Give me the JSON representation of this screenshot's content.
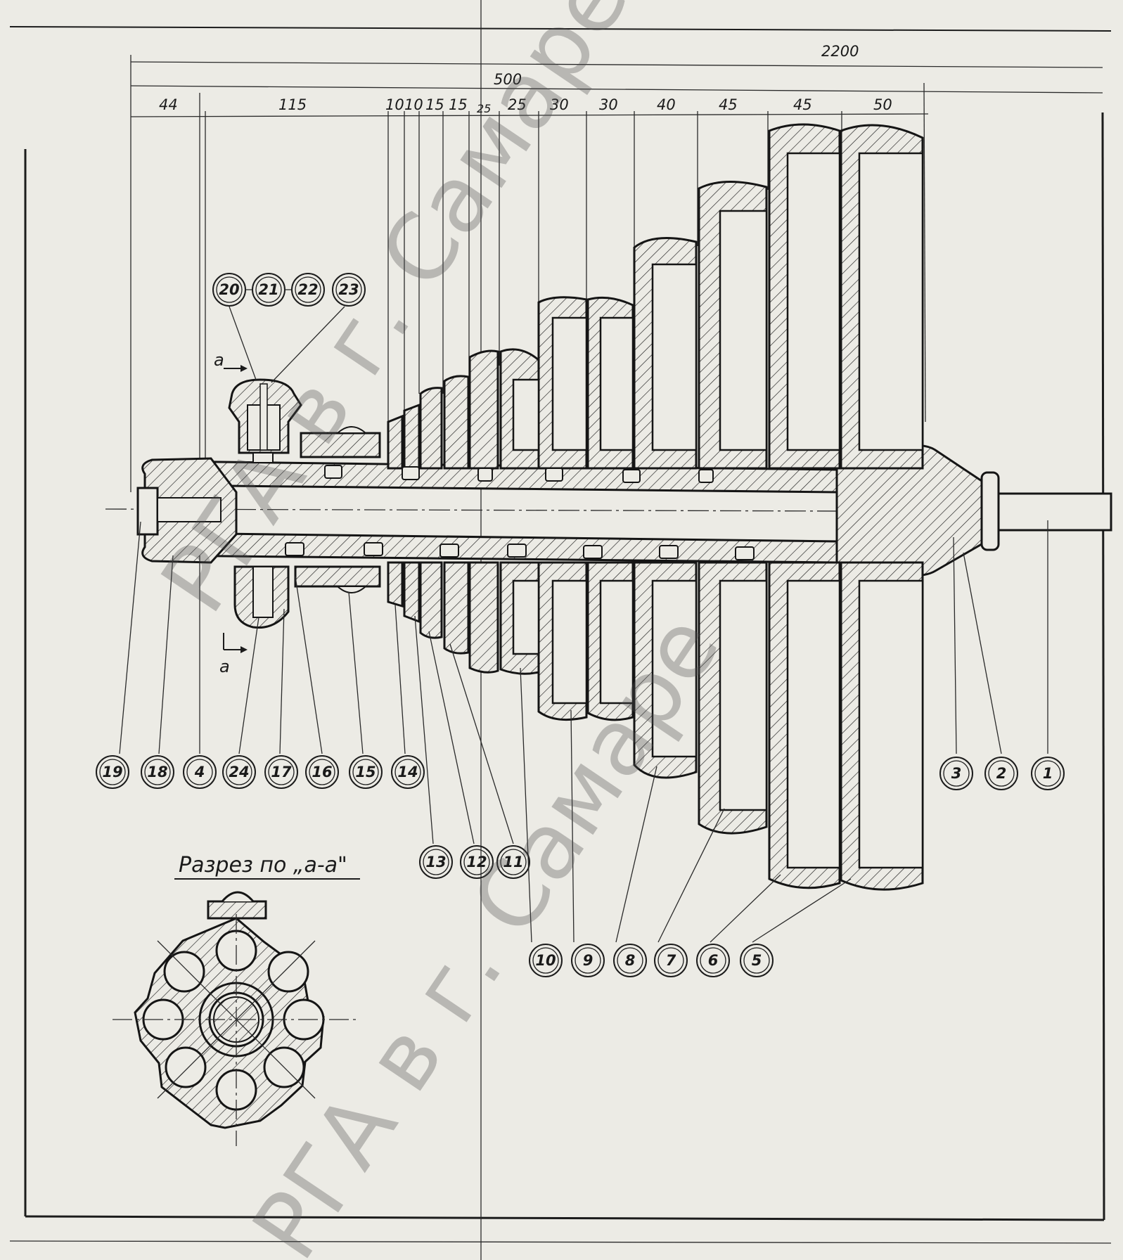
{
  "drawing": {
    "section_title": "Разрез по „a-a\"",
    "section_marks": [
      "a",
      "a"
    ],
    "overall_dimensions": [
      "2200",
      "500"
    ],
    "segment_dimensions": [
      "44",
      "115",
      "10",
      "10",
      "15",
      "15",
      "25",
      "25",
      "30",
      "30",
      "40",
      "45",
      "45",
      "50"
    ],
    "callouts_row1": [
      "19",
      "18",
      "4",
      "24",
      "17",
      "16",
      "15",
      "14"
    ],
    "callouts_right": [
      "3",
      "2",
      "1"
    ],
    "callouts_row2": [
      "13",
      "12",
      "11"
    ],
    "callouts_row3": [
      "10",
      "9",
      "8",
      "7",
      "6",
      "5"
    ],
    "callouts_top": [
      "20",
      "21",
      "22",
      "23"
    ]
  },
  "watermark": {
    "text_1": "РГА в г. Самаре",
    "text_2": "РГА в г. Самаре"
  },
  "colors": {
    "paper": "#ecebe5",
    "ink": "#1c1c1c",
    "watermark": "#808080"
  }
}
